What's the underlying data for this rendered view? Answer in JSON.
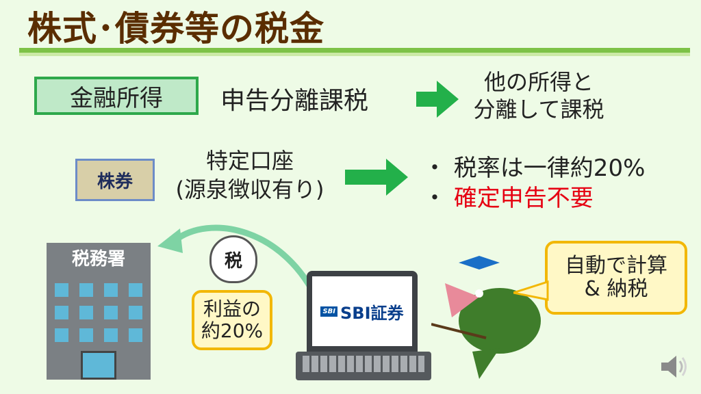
{
  "title": "株式･債券等の税金",
  "row1": {
    "label": "金融所得",
    "method": "申告分離課税",
    "result_line1": "他の所得と",
    "result_line2": "分離して課税"
  },
  "row2": {
    "stock_label": "株券",
    "account_line1": "特定口座",
    "account_line2": "(源泉徴収有り)",
    "note1": "・ 税率は一律約20%",
    "note2_bullet": "・ ",
    "note2": "確定申告不要"
  },
  "illustration": {
    "tax_office": "税務署",
    "tax_bag": "税",
    "profit_line1": "利益の",
    "profit_line2": "約20%",
    "broker_logo": "SBI",
    "broker_name": "SBI証券",
    "auto_line1": "自動で計算",
    "auto_line2": "& 納税"
  },
  "colors": {
    "title": "#5a2d00",
    "accent_green": "#2ea84b",
    "arrow_green": "#23b04a",
    "red": "#e60012",
    "bubble_border": "#f2b705"
  }
}
